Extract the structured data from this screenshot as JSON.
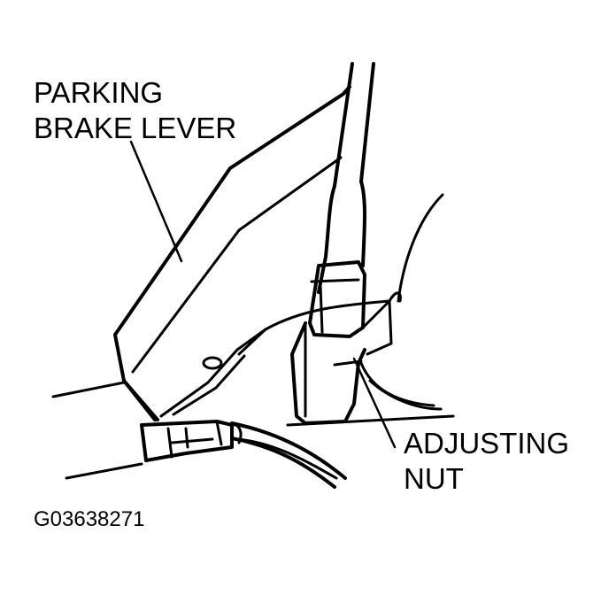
{
  "labels": {
    "parking_brake_lever": [
      "PARKING",
      "BRAKE LEVER"
    ],
    "adjusting_nut": [
      "ADJUSTING",
      "NUT"
    ],
    "figure_id": "G03638271"
  },
  "colors": {
    "ink": "#000000",
    "background": "#ffffff"
  }
}
